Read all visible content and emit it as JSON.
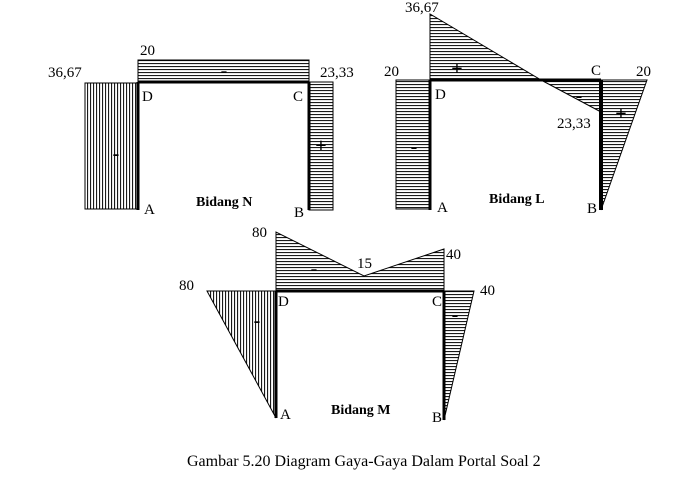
{
  "figure": {
    "caption": "Gambar 5.20  Diagram Gaya-Gaya Dalam Portal Soal 2"
  },
  "panels": {
    "normal": {
      "title": "Bidang N",
      "nodes": {
        "A": "A",
        "B": "B",
        "C": "C",
        "D": "D"
      },
      "values": {
        "left_column": "36,67",
        "beam": "20",
        "right_column": "23,33"
      },
      "signs": {
        "left_column": "-",
        "beam": "-",
        "right_column": "+"
      }
    },
    "shear": {
      "title": "Bidang L",
      "nodes": {
        "A": "A",
        "B": "B",
        "C": "C",
        "D": "D"
      },
      "values": {
        "beam_left": "36,67",
        "beam_right": "23,33",
        "left_column": "20",
        "right_column": "20"
      },
      "signs": {
        "beam_left": "+",
        "beam_right": "-",
        "left_column": "-",
        "right_column": "+"
      }
    },
    "moment": {
      "title": "Bidang M",
      "nodes": {
        "A": "A",
        "B": "B",
        "C": "C",
        "D": "D"
      },
      "values": {
        "beam_left": "80",
        "beam_mid": "15",
        "beam_right": "40",
        "left_column": "80",
        "right_column": "40"
      },
      "signs": {
        "beam": "-",
        "left_column": "-",
        "right_column": "-"
      }
    }
  }
}
